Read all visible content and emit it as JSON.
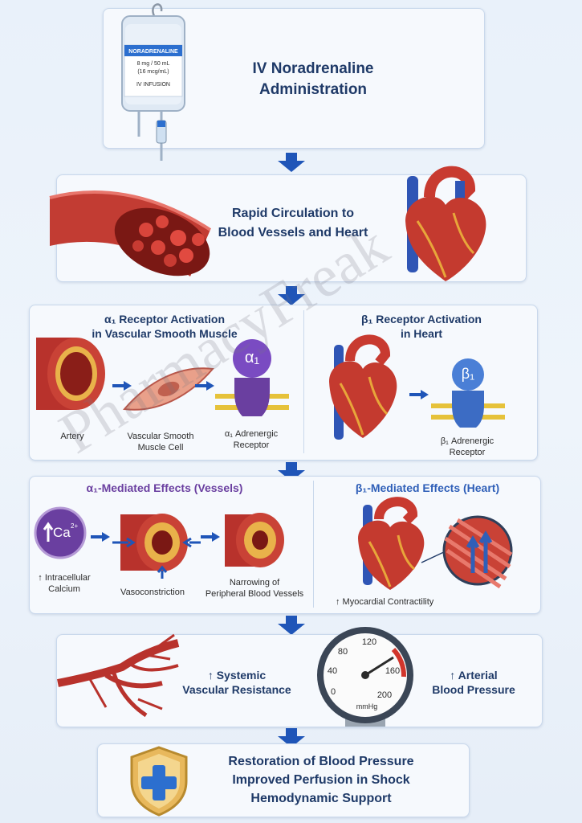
{
  "step1": {
    "bag_drug": "NORADRENALINE",
    "bag_dose1": "8 mg / 50 mL",
    "bag_dose2": "(16 mcg/mL)",
    "bag_route": "IV INFUSION",
    "title_line1": "IV Noradrenaline",
    "title_line2": "Administration"
  },
  "step2": {
    "title_line1": "Rapid Circulation to",
    "title_line2": "Blood Vessels and Heart"
  },
  "step3": {
    "left_title_line1": "α₁ Receptor Activation",
    "left_title_line2": "in Vascular Smooth Muscle",
    "artery_label": "Artery",
    "muscle_label_line1": "Vascular Smooth",
    "muscle_label_line2": "Muscle Cell",
    "alpha_receptor_label_line1": "α₁ Adrenergic",
    "alpha_receptor_label_line2": "Receptor",
    "alpha_symbol": "α₁",
    "right_title_line1": "β₁ Receptor Activation",
    "right_title_line2": "in Heart",
    "beta_symbol": "β₁",
    "beta_receptor_label_line1": "β₁ Adrenergic",
    "beta_receptor_label_line2": "Receptor"
  },
  "step4": {
    "left_title": "α₁-Mediated Effects (Vessels)",
    "calcium_symbol": "Ca",
    "calcium_charge": "2+",
    "calcium_label_line1": "↑ Intracellular",
    "calcium_label_line2": "Calcium",
    "vasoconstriction_label": "Vasoconstriction",
    "narrowing_label_line1": "Narrowing of",
    "narrowing_label_line2": "Peripheral Blood Vessels",
    "right_title": "β₁-Mediated Effects (Heart)",
    "contractility_label": "↑ Myocardial Contractility"
  },
  "step5": {
    "svr_line1": "↑ Systemic",
    "svr_line2": "Vascular Resistance",
    "gauge_ticks": [
      "0",
      "40",
      "80",
      "120",
      "160",
      "200"
    ],
    "gauge_unit": "mmHg",
    "bp_line1": "↑ Arterial",
    "bp_line2": "Blood Pressure"
  },
  "step6": {
    "line1": "Restoration of Blood Pressure",
    "line2": "Improved Perfusion in Shock",
    "line3": "Hemodynamic Support"
  },
  "watermark": "PharmacyFreak",
  "colors": {
    "title_navy": "#1f3a68",
    "alpha_purple": "#6a3fa0",
    "beta_blue": "#2f5fb8",
    "arrow_blue": "#1f55b8",
    "vessel_red": "#b8322c"
  }
}
